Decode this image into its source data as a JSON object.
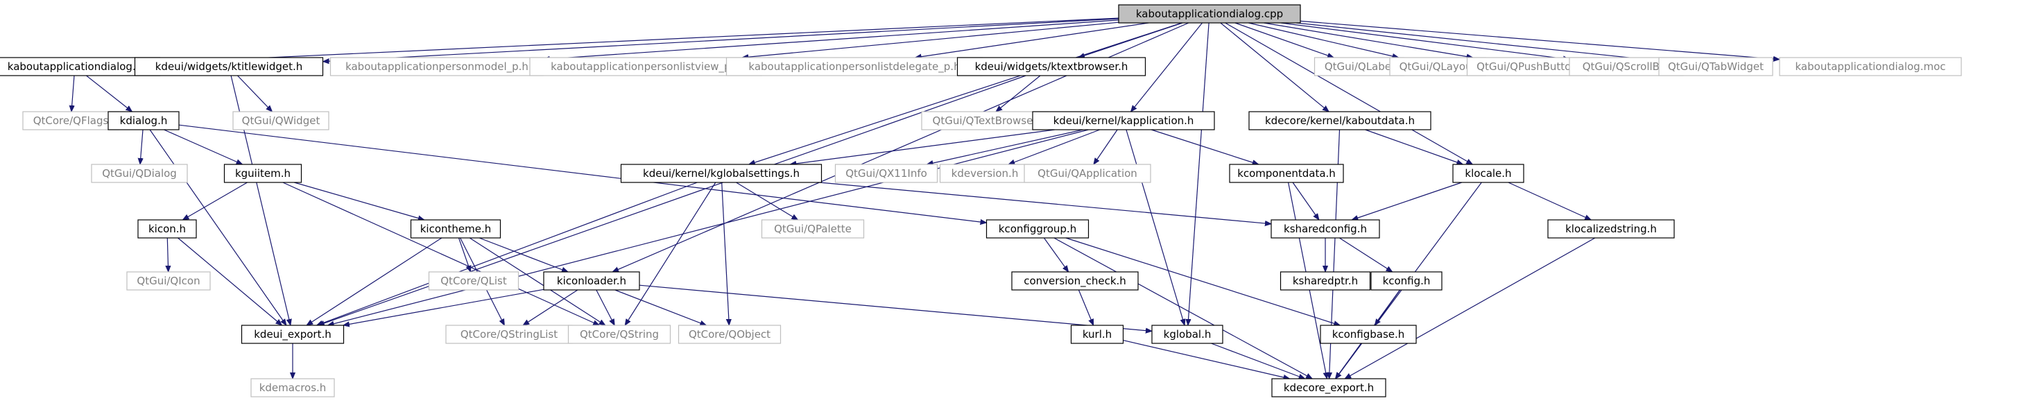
{
  "colors": {
    "edge": "#191970",
    "root_fill": "#bfbfbf",
    "external_text": "#808080",
    "external_border": "#bfbfbf"
  },
  "nodes": [
    {
      "id": "root",
      "label": "kaboutapplicationdialog.cpp",
      "kind": "root"
    },
    {
      "id": "kad_h",
      "label": "kaboutapplicationdialog.h",
      "kind": "internal"
    },
    {
      "id": "ktitlewidget",
      "label": "kdeui/widgets/ktitlewidget.h",
      "kind": "internal"
    },
    {
      "id": "personmodel",
      "label": "kaboutapplicationpersonmodel_p.h",
      "kind": "external"
    },
    {
      "id": "personlistview",
      "label": "kaboutapplicationpersonlistview_p.h",
      "kind": "external"
    },
    {
      "id": "personlistdelegate",
      "label": "kaboutapplicationpersonlistdelegate_p.h",
      "kind": "external"
    },
    {
      "id": "ktextbrowser",
      "label": "kdeui/widgets/ktextbrowser.h",
      "kind": "internal"
    },
    {
      "id": "qlabel",
      "label": "QtGui/QLabel",
      "kind": "external"
    },
    {
      "id": "qlayout",
      "label": "QtGui/QLayout",
      "kind": "external"
    },
    {
      "id": "qpushbutton",
      "label": "QtGui/QPushButton",
      "kind": "external"
    },
    {
      "id": "qscrollbar",
      "label": "QtGui/QScrollBar",
      "kind": "external"
    },
    {
      "id": "qtabwidget",
      "label": "QtGui/QTabWidget",
      "kind": "external"
    },
    {
      "id": "moc",
      "label": "kaboutapplicationdialog.moc",
      "kind": "external"
    },
    {
      "id": "qflags",
      "label": "QtCore/QFlags",
      "kind": "external"
    },
    {
      "id": "kdialog",
      "label": "kdialog.h",
      "kind": "internal"
    },
    {
      "id": "qwidget",
      "label": "QtGui/QWidget",
      "kind": "external"
    },
    {
      "id": "qtextbrowser",
      "label": "QtGui/QTextBrowser",
      "kind": "external"
    },
    {
      "id": "kapplication",
      "label": "kdeui/kernel/kapplication.h",
      "kind": "internal"
    },
    {
      "id": "kaboutdata",
      "label": "kdecore/kernel/kaboutdata.h",
      "kind": "internal"
    },
    {
      "id": "qdialog",
      "label": "QtGui/QDialog",
      "kind": "external"
    },
    {
      "id": "kguiitem",
      "label": "kguiitem.h",
      "kind": "internal"
    },
    {
      "id": "kglobalsettings",
      "label": "kdeui/kernel/kglobalsettings.h",
      "kind": "internal"
    },
    {
      "id": "qx11info",
      "label": "QtGui/QX11Info",
      "kind": "external"
    },
    {
      "id": "kdeversion",
      "label": "kdeversion.h",
      "kind": "external"
    },
    {
      "id": "qapplication",
      "label": "QtGui/QApplication",
      "kind": "external"
    },
    {
      "id": "kcomponentdata",
      "label": "kcomponentdata.h",
      "kind": "internal"
    },
    {
      "id": "klocale",
      "label": "klocale.h",
      "kind": "internal"
    },
    {
      "id": "kicon",
      "label": "kicon.h",
      "kind": "internal"
    },
    {
      "id": "kicontheme",
      "label": "kicontheme.h",
      "kind": "internal"
    },
    {
      "id": "qpalette",
      "label": "QtGui/QPalette",
      "kind": "external"
    },
    {
      "id": "kconfiggroup",
      "label": "kconfiggroup.h",
      "kind": "internal"
    },
    {
      "id": "ksharedconfig",
      "label": "ksharedconfig.h",
      "kind": "internal"
    },
    {
      "id": "klocalizedstring",
      "label": "klocalizedstring.h",
      "kind": "internal"
    },
    {
      "id": "qicon",
      "label": "QtGui/QIcon",
      "kind": "external"
    },
    {
      "id": "qlist",
      "label": "QtCore/QList",
      "kind": "external"
    },
    {
      "id": "kiconloader",
      "label": "kiconloader.h",
      "kind": "internal"
    },
    {
      "id": "conversion_check",
      "label": "conversion_check.h",
      "kind": "internal"
    },
    {
      "id": "ksharedptr",
      "label": "ksharedptr.h",
      "kind": "internal"
    },
    {
      "id": "kconfig",
      "label": "kconfig.h",
      "kind": "internal"
    },
    {
      "id": "kdeui_export",
      "label": "kdeui_export.h",
      "kind": "internal"
    },
    {
      "id": "qstringlist",
      "label": "QtCore/QStringList",
      "kind": "external"
    },
    {
      "id": "qstring",
      "label": "QtCore/QString",
      "kind": "external"
    },
    {
      "id": "qobject",
      "label": "QtCore/QObject",
      "kind": "external"
    },
    {
      "id": "kurl",
      "label": "kurl.h",
      "kind": "internal"
    },
    {
      "id": "kglobal",
      "label": "kglobal.h",
      "kind": "internal"
    },
    {
      "id": "kconfigbase",
      "label": "kconfigbase.h",
      "kind": "internal"
    },
    {
      "id": "kdemacros",
      "label": "kdemacros.h",
      "kind": "external"
    },
    {
      "id": "kdecore_export",
      "label": "kdecore_export.h",
      "kind": "internal"
    }
  ],
  "edges": [
    [
      "root",
      "kad_h"
    ],
    [
      "root",
      "ktitlewidget"
    ],
    [
      "root",
      "personmodel"
    ],
    [
      "root",
      "personlistview"
    ],
    [
      "root",
      "personlistdelegate"
    ],
    [
      "root",
      "ktextbrowser"
    ],
    [
      "root",
      "qlabel"
    ],
    [
      "root",
      "qlayout"
    ],
    [
      "root",
      "qpushbutton"
    ],
    [
      "root",
      "qscrollbar"
    ],
    [
      "root",
      "qtabwidget"
    ],
    [
      "root",
      "moc"
    ],
    [
      "root",
      "kapplication"
    ],
    [
      "root",
      "kaboutdata"
    ],
    [
      "root",
      "kglobalsettings"
    ],
    [
      "root",
      "kiconloader"
    ],
    [
      "root",
      "klocale"
    ],
    [
      "root",
      "kglobal"
    ],
    [
      "kad_h",
      "qflags"
    ],
    [
      "kad_h",
      "kdialog"
    ],
    [
      "ktitlewidget",
      "qwidget"
    ],
    [
      "ktitlewidget",
      "kdeui_export"
    ],
    [
      "ktextbrowser",
      "qtextbrowser"
    ],
    [
      "ktextbrowser",
      "kdeui_export"
    ],
    [
      "kdialog",
      "qdialog"
    ],
    [
      "kdialog",
      "kguiitem"
    ],
    [
      "kdialog",
      "kdeui_export"
    ],
    [
      "kdialog",
      "kconfiggroup"
    ],
    [
      "kapplication",
      "kdeversion"
    ],
    [
      "kapplication",
      "qx11info"
    ],
    [
      "kapplication",
      "qapplication"
    ],
    [
      "kapplication",
      "kcomponentdata"
    ],
    [
      "kapplication",
      "kglobalsettings"
    ],
    [
      "kapplication",
      "kdeui_export"
    ],
    [
      "kapplication",
      "kglobal"
    ],
    [
      "kaboutdata",
      "klocale"
    ],
    [
      "kaboutdata",
      "kdecore_export"
    ],
    [
      "kguiitem",
      "kicon"
    ],
    [
      "kguiitem",
      "kicontheme"
    ],
    [
      "kguiitem",
      "qstring"
    ],
    [
      "kglobalsettings",
      "qpalette"
    ],
    [
      "kglobalsettings",
      "ksharedconfig"
    ],
    [
      "kglobalsettings",
      "kdeui_export"
    ],
    [
      "kglobalsettings",
      "qstring"
    ],
    [
      "kglobalsettings",
      "qobject"
    ],
    [
      "kcomponentdata",
      "ksharedconfig"
    ],
    [
      "kcomponentdata",
      "kdecore_export"
    ],
    [
      "klocale",
      "ksharedconfig"
    ],
    [
      "klocale",
      "klocalizedstring"
    ],
    [
      "klocale",
      "kdecore_export"
    ],
    [
      "kicon",
      "qicon"
    ],
    [
      "kicon",
      "kdeui_export"
    ],
    [
      "kicontheme",
      "qlist"
    ],
    [
      "kicontheme",
      "kiconloader"
    ],
    [
      "kicontheme",
      "qstringlist"
    ],
    [
      "kicontheme",
      "qstring"
    ],
    [
      "kicontheme",
      "kdeui_export"
    ],
    [
      "kconfiggroup",
      "conversion_check"
    ],
    [
      "kconfiggroup",
      "kconfigbase"
    ],
    [
      "kconfiggroup",
      "kdecore_export"
    ],
    [
      "ksharedconfig",
      "ksharedptr"
    ],
    [
      "ksharedconfig",
      "kconfig"
    ],
    [
      "klocalizedstring",
      "kdecore_export"
    ],
    [
      "kiconloader",
      "qstringlist"
    ],
    [
      "kiconloader",
      "qstring"
    ],
    [
      "kiconloader",
      "qobject"
    ],
    [
      "kiconloader",
      "kdeui_export"
    ],
    [
      "kiconloader",
      "kglobal"
    ],
    [
      "conversion_check",
      "kurl"
    ],
    [
      "kconfig",
      "kconfigbase"
    ],
    [
      "kconfig",
      "kdecore_export"
    ],
    [
      "kdeui_export",
      "kdemacros"
    ],
    [
      "kurl",
      "kdecore_export"
    ],
    [
      "kglobal",
      "kdecore_export"
    ],
    [
      "kconfigbase",
      "kdecore_export"
    ]
  ]
}
